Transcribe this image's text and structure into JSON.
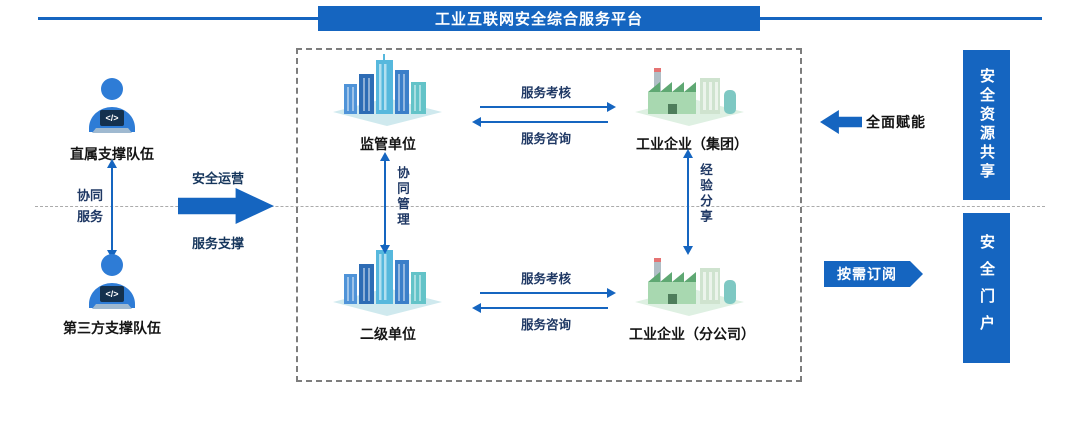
{
  "title": "工业互联网安全综合服务平台",
  "colors": {
    "primary": "#1565c0",
    "label_dark": "#1f3864",
    "divider": "#ababab"
  },
  "icons": {
    "code_glyph": "</>"
  },
  "left_panel": {
    "team_top": "直属支撑队伍",
    "team_bottom": "第三方支撑队伍",
    "collab_line1": "协同",
    "collab_line2": "服务",
    "arrow_top_label": "安全运营",
    "arrow_bottom_label": "服务支撑"
  },
  "platform": {
    "node_top_left": "监管单位",
    "node_top_right": "工业企业（集团）",
    "node_bottom_left": "二级单位",
    "node_bottom_right": "工业企业（分公司）",
    "top_assess": "服务考核",
    "top_consult": "服务咨询",
    "bottom_assess": "服务考核",
    "bottom_consult": "服务咨询",
    "left_link": "协同管理",
    "right_link": "经验分享"
  },
  "right_panel": {
    "empower": "全面赋能",
    "subscribe": "按需订阅",
    "box_top": "安全资源共享",
    "box_bottom": "安全门户"
  }
}
